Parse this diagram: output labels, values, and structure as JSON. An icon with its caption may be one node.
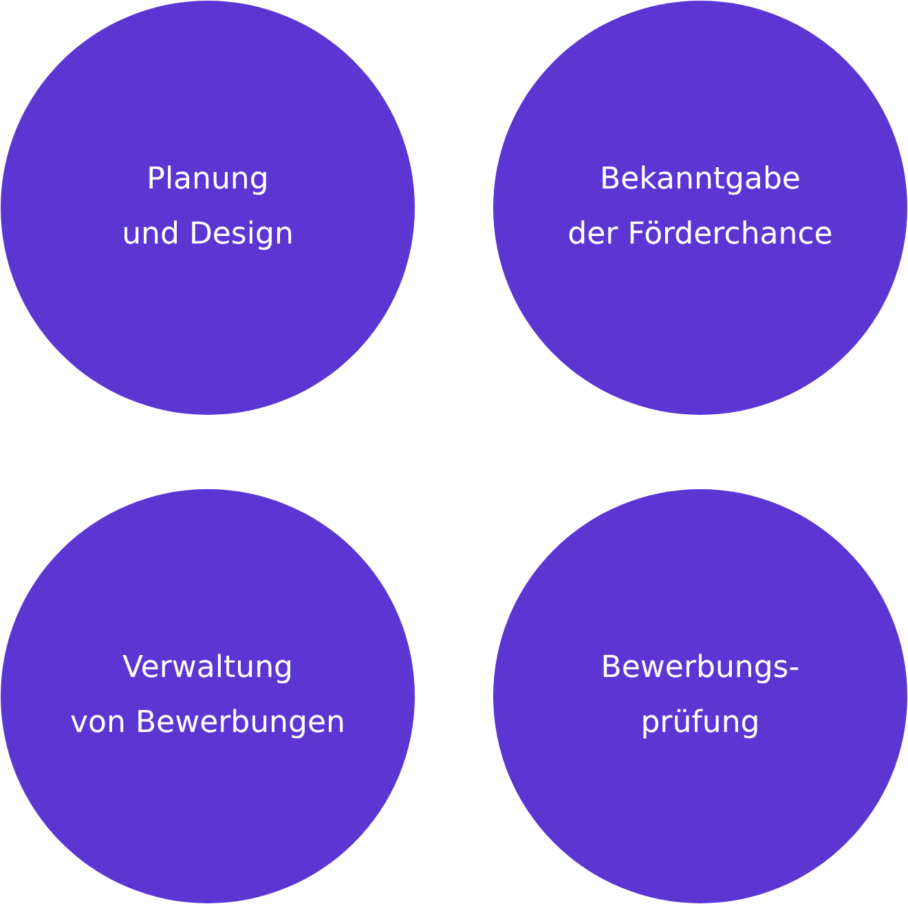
{
  "diagram": {
    "nodes": [
      {
        "text": [
          "Planung und Design"
        ]
      },
      {
        "text": [
          "Bekanntgabe der Förderchance"
        ]
      },
      {
        "text": [
          "Verwaltung von Bewerbungen"
        ]
      },
      {
        "text": [
          "Bewerbungs- prüfung"
        ]
      }
    ]
  }
}
